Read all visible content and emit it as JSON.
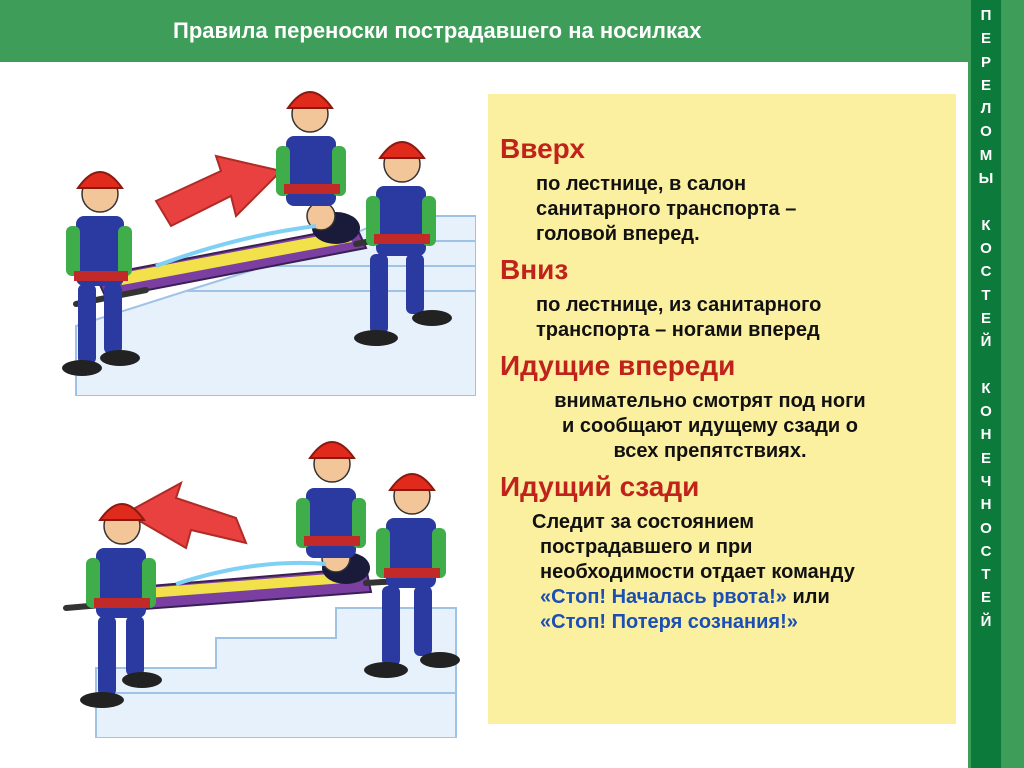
{
  "header": {
    "title": "Правила переноски пострадавшего на носилках"
  },
  "side_letters": [
    "П",
    "Е",
    "Р",
    "Е",
    "Л",
    "О",
    "М",
    "Ы",
    " ",
    "К",
    "О",
    "С",
    "Т",
    "Е",
    "Й",
    " ",
    "К",
    "О",
    "Н",
    "Е",
    "Ч",
    "Н",
    "О",
    "С",
    "Т",
    "Е",
    "Й"
  ],
  "sections": [
    {
      "heading": "Вверх",
      "lines": [
        "по лестнице, в салон",
        "санитарного транспорта –",
        "головой вперед."
      ]
    },
    {
      "heading": "Вниз",
      "lines": [
        "по лестнице, из санитарного",
        "транспорта – ногами вперед"
      ]
    },
    {
      "heading": "Идущие впереди",
      "lines": [
        "внимательно смотрят под ноги",
        "и сообщают идущему сзади о",
        "всех препятствиях."
      ]
    },
    {
      "heading": "Идущий сзади",
      "line1": "Следит за состоянием",
      "line2": "пострадавшего и при",
      "line3": "необходимости отдает команду",
      "quote1": "«Стоп! Началась рвота!»",
      "quote_join": " или",
      "quote2": "«Стоп! Потеря сознания!»"
    }
  ],
  "colors": {
    "header_bg": "#3f9d5a",
    "strip_bg": "#0b7a3a",
    "panel_bg": "#fbf0a0",
    "heading": "#c0221c",
    "quote": "#1b4fb5",
    "arrow": "#e8413f",
    "helmet": "#e02a1c",
    "overalls": "#2a3aa0",
    "shirt": "#3fae4a"
  }
}
